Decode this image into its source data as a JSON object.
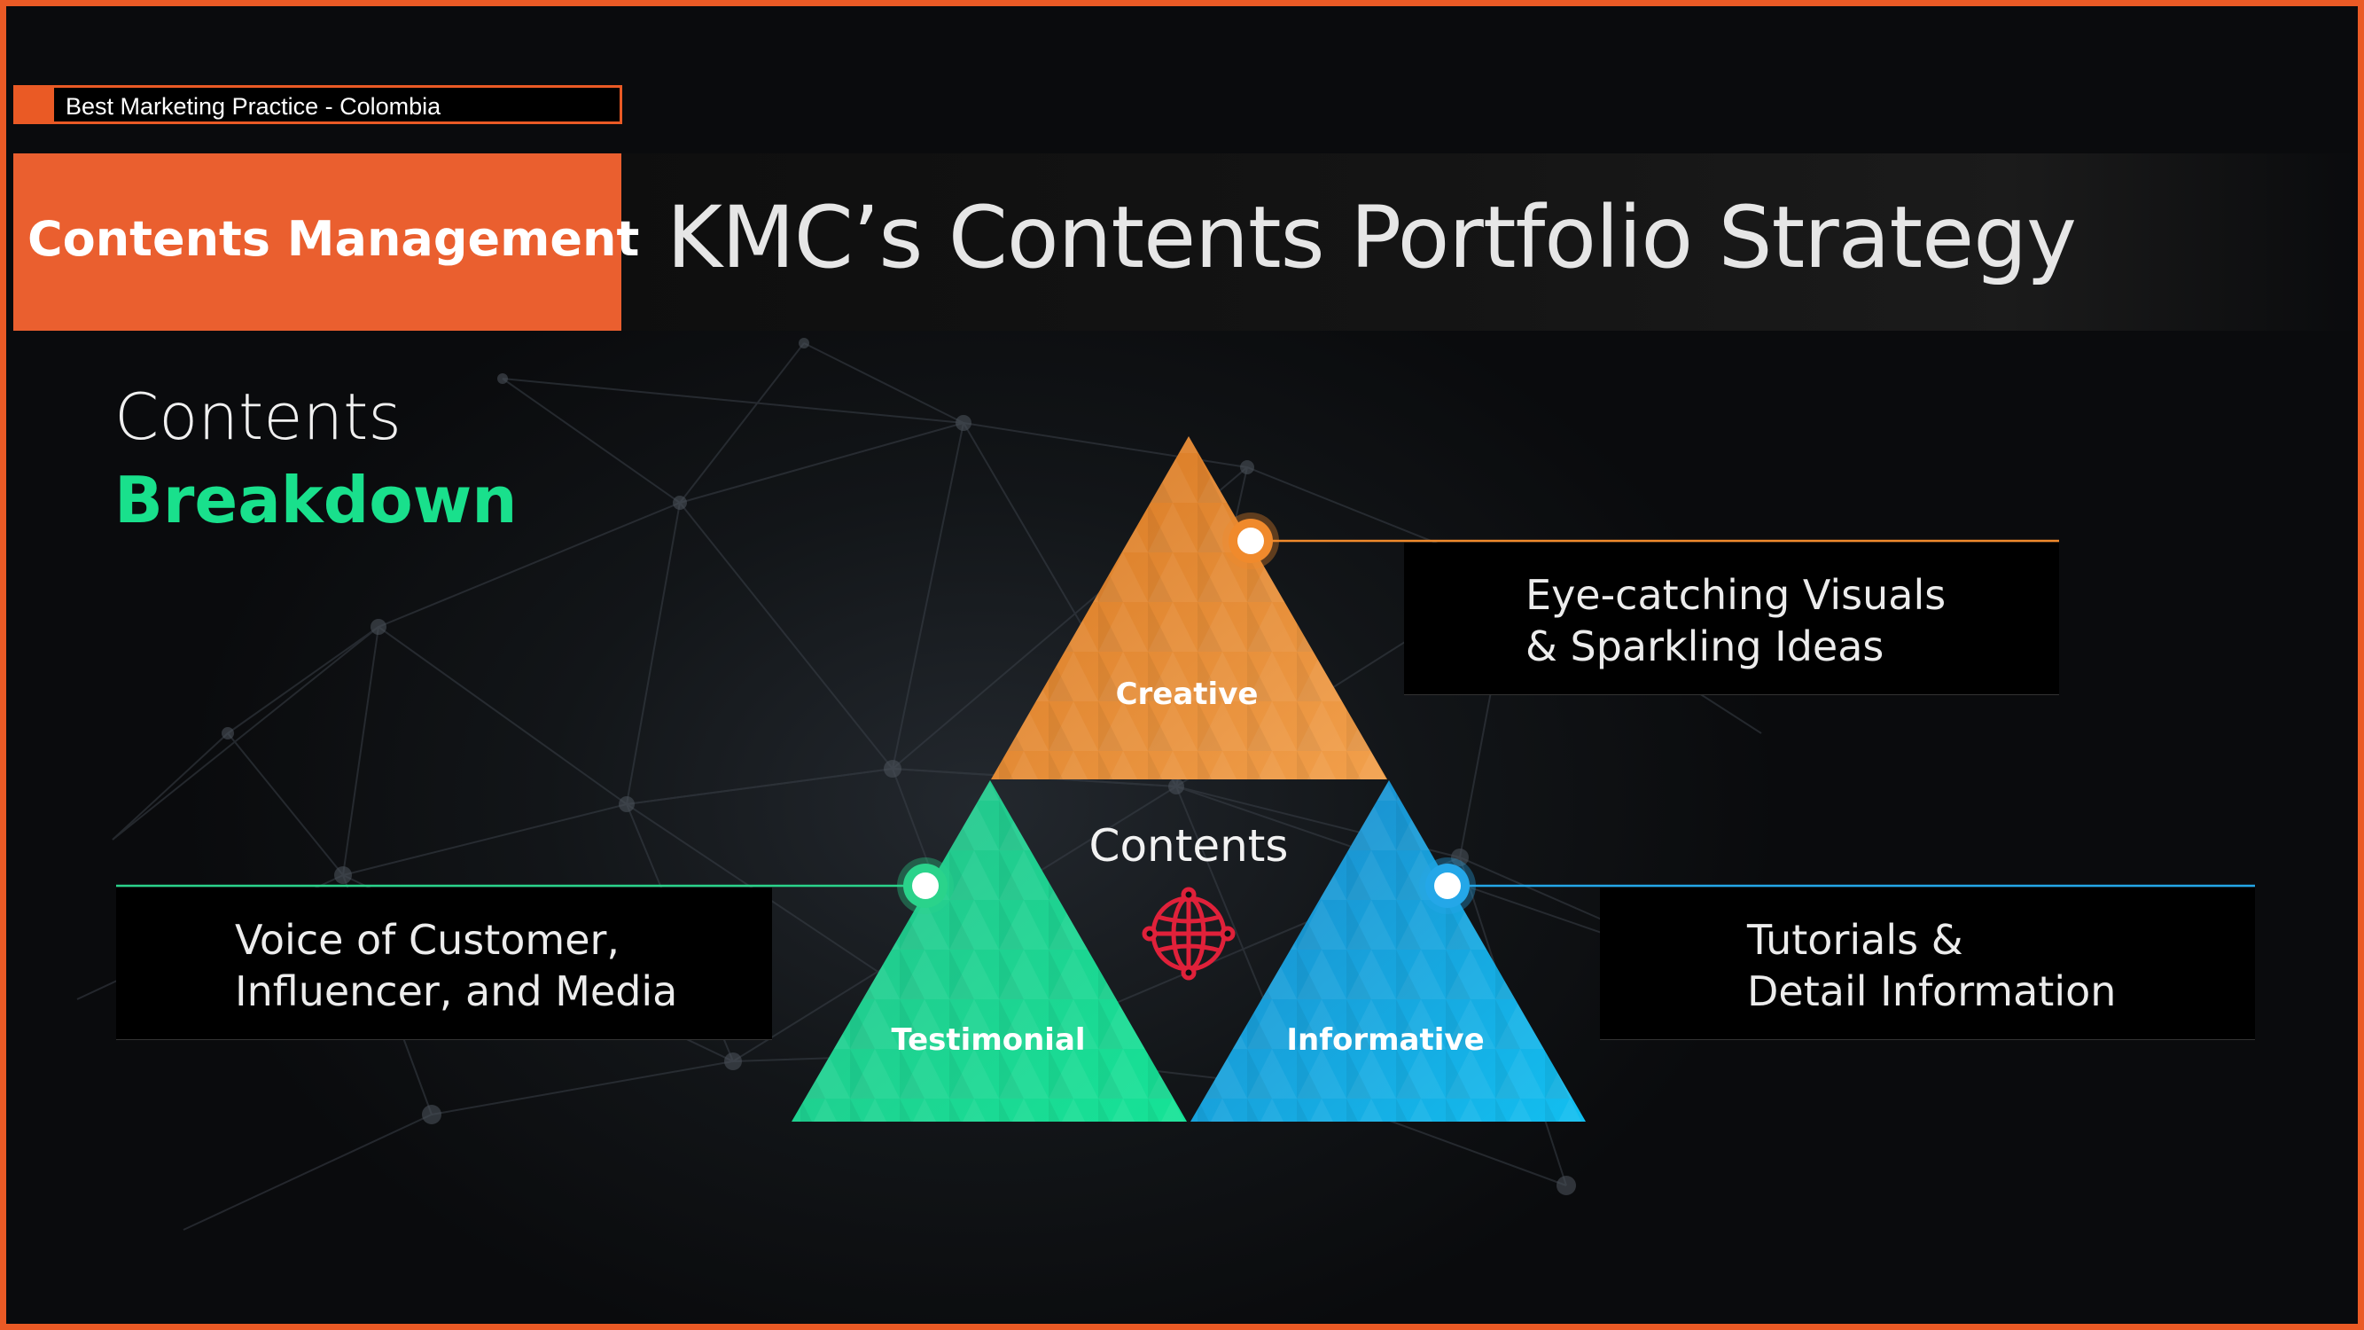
{
  "breadcrumb": {
    "label": "Best Marketing Practice - Colombia"
  },
  "header": {
    "section_tag": "Contents Management",
    "title": "KMC’s Contents Portfolio Strategy"
  },
  "heading": {
    "line1": "Contents",
    "line2": "Breakdown"
  },
  "diagram": {
    "center_label": "Contents",
    "center_icon": "globe-network-icon",
    "segments": [
      {
        "label": "Creative",
        "color": "#e8892f",
        "description_line1": "Eye-catching Visuals",
        "description_line2": "& Sparkling Ideas"
      },
      {
        "label": "Testimonial",
        "color": "#1fd892",
        "description_line1": "Voice of Customer,",
        "description_line2": "Influencer, and Media"
      },
      {
        "label": "Informative",
        "color": "#1aa8e6",
        "description_line1": "Tutorials &",
        "description_line2": "Detail Information"
      }
    ]
  },
  "colors": {
    "accent": "#ea5a25",
    "heading_green": "#19e08c",
    "creative_connector": "#f08a2c",
    "testimonial_connector": "#2ad38b",
    "informative_connector": "#24a7e8",
    "icon_red": "#e0213a"
  }
}
